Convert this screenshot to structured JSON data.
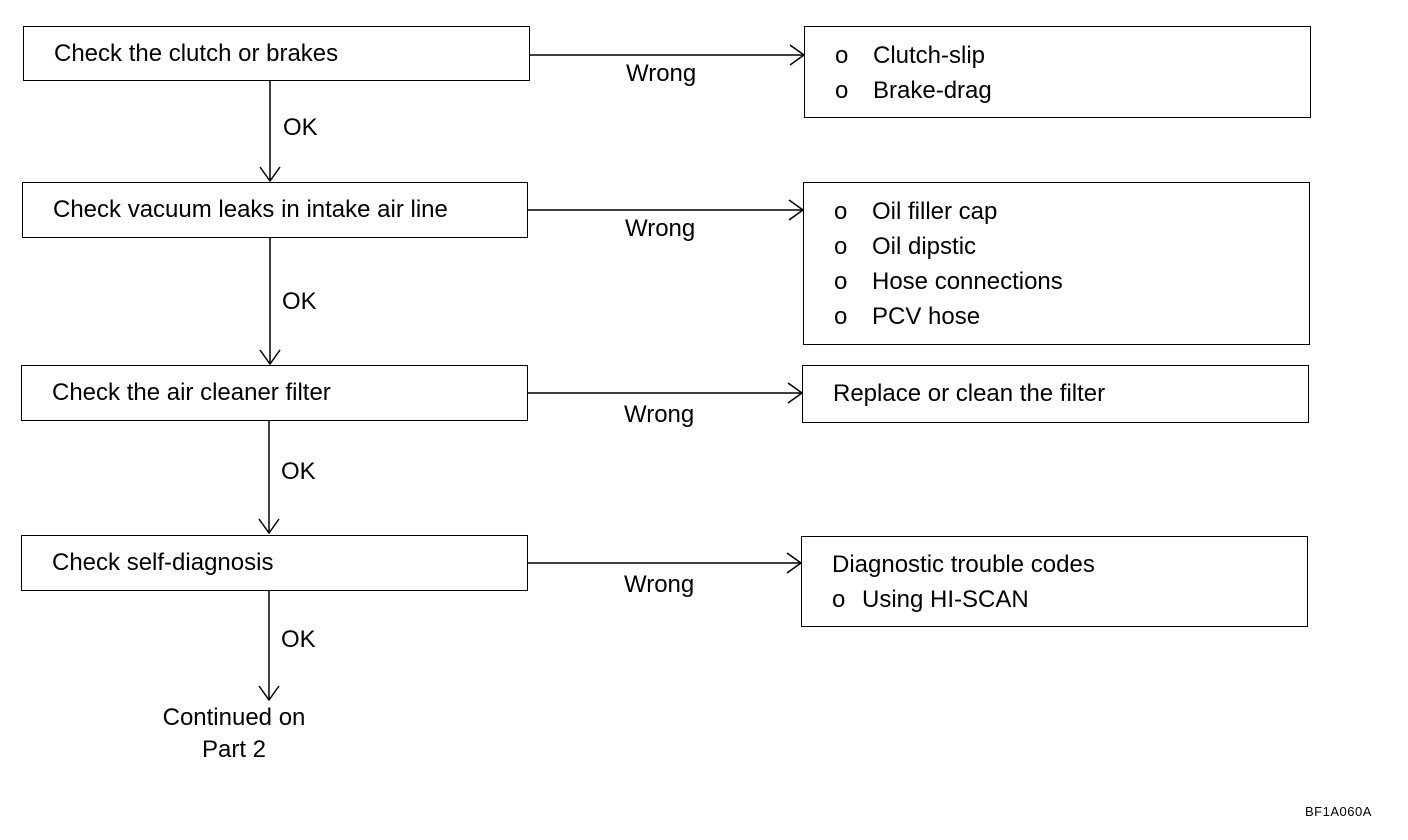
{
  "steps": [
    {
      "label": "Check the clutch or brakes"
    },
    {
      "label": "Check vacuum leaks in intake air line"
    },
    {
      "label": "Check the air cleaner filter"
    },
    {
      "label": "Check self-diagnosis"
    }
  ],
  "results": [
    {
      "lines": [
        {
          "bullet": "o",
          "text": "Clutch-slip"
        },
        {
          "bullet": "o",
          "text": "Brake-drag"
        }
      ]
    },
    {
      "lines": [
        {
          "bullet": "o",
          "text": "Oil filler cap"
        },
        {
          "bullet": "o",
          "text": "Oil dipstic"
        },
        {
          "bullet": "o",
          "text": "Hose connections"
        },
        {
          "bullet": "o",
          "text": "PCV hose"
        }
      ]
    },
    {
      "lines": [
        {
          "bullet": "",
          "text": "Replace or clean the filter"
        }
      ]
    },
    {
      "lines": [
        {
          "bullet": "",
          "text": "Diagnostic trouble codes"
        },
        {
          "bullet": "o",
          "text": "Using HI-SCAN",
          "compact": true
        }
      ]
    }
  ],
  "branch_labels": {
    "wrong": "Wrong",
    "ok": "OK"
  },
  "continued": {
    "line1": "Continued on",
    "line2": "Part 2"
  },
  "figure_id": "BF1A060A"
}
